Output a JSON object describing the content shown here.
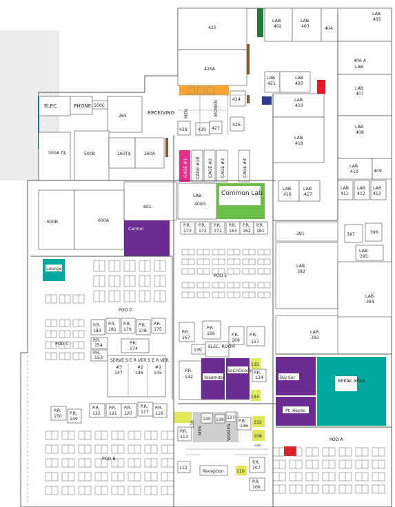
{
  "colors": {
    "wall": "#555555",
    "purple": "#6a2c91",
    "teal": "#00a99d",
    "green": "#6cc04a",
    "yellow": "#e3e85a",
    "orange": "#f7a531",
    "pink": "#e8308a",
    "red": "#e31b23",
    "blue": "#2b3a8f",
    "darkgreen": "#1e7a3a",
    "brown": "#8b5a2b",
    "gray_block": "#ececec",
    "restroom": "#cfcfcf"
  },
  "rooms": {
    "r425": "425",
    "r425a": "425A",
    "r424": "424",
    "r426": "426",
    "r427": "427",
    "r428": "428",
    "r429": "429",
    "men": "MEN",
    "women": "WOMEN",
    "lab402": "402",
    "lab403": "403",
    "r404": "404",
    "r405": "405",
    "r406a": "406 A",
    "r421": "421",
    "r420": "420",
    "r419": "419",
    "r407": "407",
    "r408": "408",
    "r418": "418",
    "r410": "410",
    "r409": "409",
    "r411": "411",
    "r412": "412",
    "r413": "413",
    "r416": "416",
    "r417": "417",
    "r391": "391",
    "r397": "397",
    "r396": "396",
    "r395": "395",
    "r392": "392",
    "r394": "394",
    "r393": "393",
    "lab_word": "LAB",
    "elec": "ELEC.",
    "phone": "PHONE",
    "r500c": "500C",
    "r265": "265",
    "receiving": "RECEIVING",
    "r500ats": "500A T$",
    "r500b": "500B",
    "r260ts": "260T$",
    "r260a": "260A",
    "cage1": "CAGE #1",
    "cage1b": "CAGE #1B",
    "cage2": "CAGE #2",
    "cage3": "CAGE #3",
    "cage4": "CAGE #4",
    "r400g": "400G",
    "common_lab": "Common Lab",
    "r601": "601",
    "r600b": "600B",
    "r600a": "600A",
    "carmel": "Carmel",
    "pr": "P.R.",
    "r173": "173",
    "r172": "172",
    "r171": "171",
    "r163": "163",
    "r162": "162",
    "r161": "161",
    "lounge": "Lounge",
    "pod_e": "POD E",
    "pod_d": "POD D",
    "pod_c": "POD C",
    "pod_b": "POD B",
    "pod_a": "POD A",
    "r183": "183",
    "r181": "181",
    "r179": "179",
    "r178": "178",
    "r175": "175",
    "r174": "174",
    "r166": "166",
    "r167": "167",
    "r169": "169",
    "r157": "157",
    "r139": "139",
    "elec_room": "ELEC. ROOM",
    "r154": "154",
    "r153": "153",
    "server_row": "SERVE S E R VER S E R VER",
    "s3": "#3",
    "s2": "#2",
    "s1": "#1",
    "r147": "147",
    "r146": "146",
    "r145": "145",
    "r142": "142",
    "yosemite": "Yosemite",
    "socnocorner": "SoCnOcorner",
    "r135": "135",
    "r134": "134",
    "r133": "133",
    "big_sur": "Big Sur",
    "pt_reyes": "Pt. Reyes",
    "break_area": "BREAK AREA",
    "r150": "150",
    "r149": "149",
    "r122": "122",
    "r121": "121",
    "r120": "120",
    "r117": "117",
    "r116": "116",
    "r140": "140",
    "r139b": "139",
    "r138": "138",
    "r137": "137",
    "r136": "136",
    "r132": "132",
    "r108": "108",
    "r113": "113",
    "men2": "MEN",
    "women2": "WOMEN",
    "r112": "112",
    "reception": "Reception",
    "r110": "110",
    "r107": "107",
    "r106": "106",
    "lobby": "LOBBY"
  }
}
